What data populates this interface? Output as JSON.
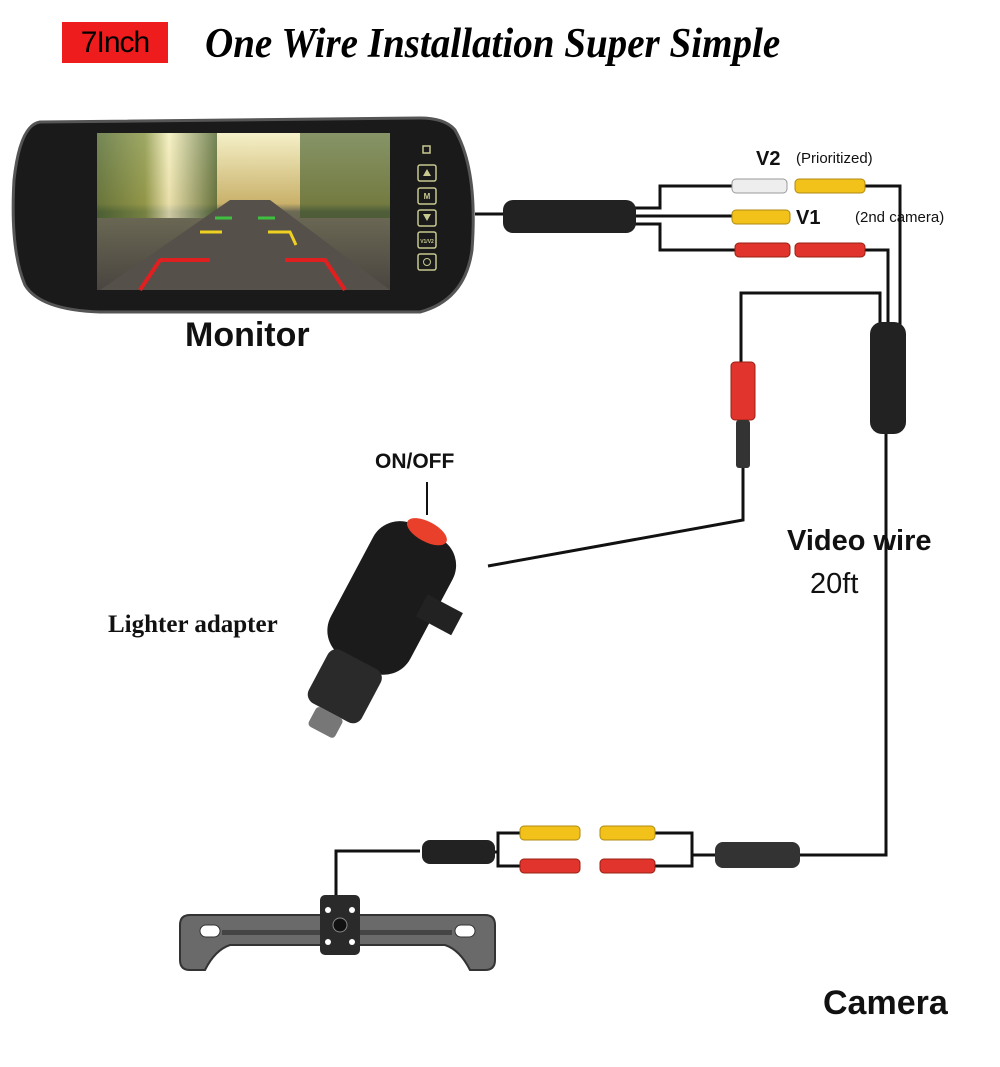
{
  "header": {
    "badge": "7Inch",
    "title": "One Wire Installation Super Simple"
  },
  "labels": {
    "monitor": "Monitor",
    "v2": "V2",
    "v2_note": "(Prioritized)",
    "v1": "V1",
    "second_camera": "(2nd camera)",
    "on_off": "ON/OFF",
    "video_wire": "Video wire",
    "video_wire_length": "20ft",
    "lighter_adapter": "Lighter adapter",
    "camera": "Camera"
  },
  "colors": {
    "badge": "#ee1c1c",
    "wire": "#111111",
    "yellow_rca": "#f2c21b",
    "red_rca": "#e0342c",
    "white_rca": "#eeeeee"
  }
}
